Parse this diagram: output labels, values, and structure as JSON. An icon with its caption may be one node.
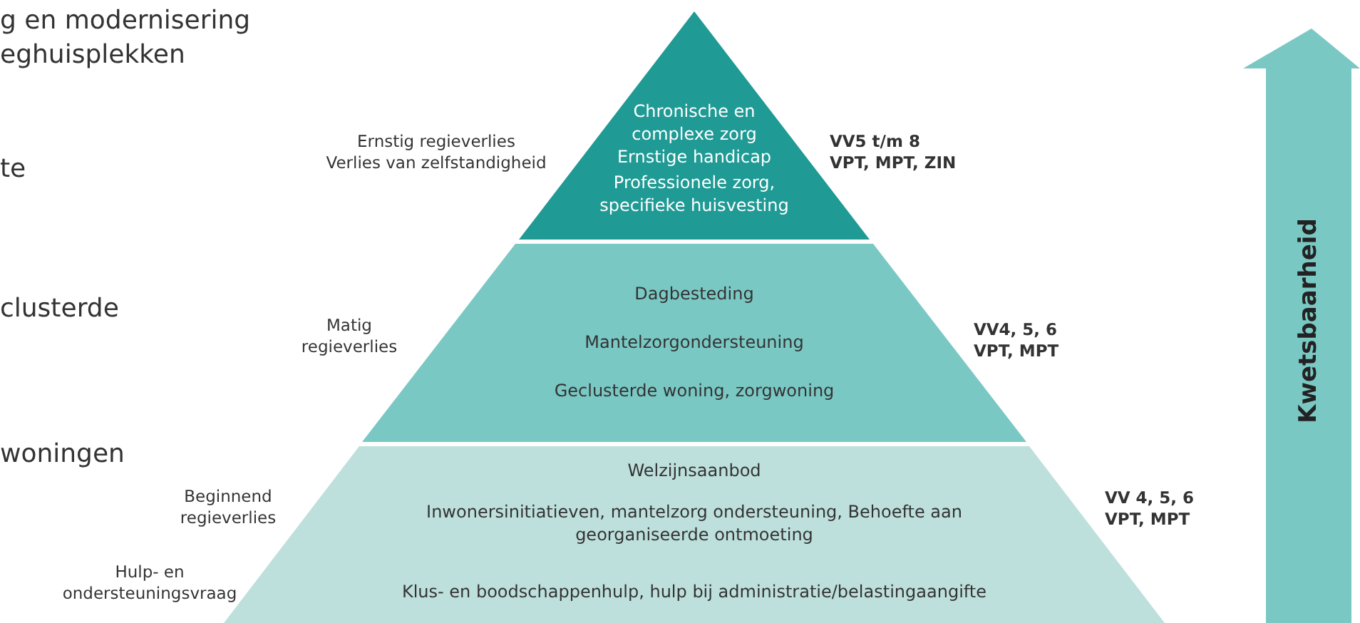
{
  "diagram": {
    "nodes": [
      {
        "text": [
          "Chronische en complexe zorg",
          "Ernstige handicap",
          "Professionele zorg, specifieke huisvesting"
        ],
        "beside": [
          "Ernstig regieverlies",
          "Verlies van zelfstandigheid",
          "VV5 t/m 8",
          "VPT, MPT, ZIN"
        ]
      },
      {
        "text": [
          "Dagbesteding",
          "Mantelzorgondersteuning",
          "Geclusterde woning, zorgwoning"
        ],
        "beside": [
          "Matig regieverlies",
          "VV4, 5, 6",
          "VPT, MPT"
        ]
      },
      {
        "text": [
          "Welzijnsaanbod",
          "Inwonersinitiatieven, mantelzorg ondersteuning, Behoefte aan georganiseerde ontmoeting",
          "Klus- en boodschappenhulp, hulp bij administratie/belastingaangifte"
        ],
        "beside": [
          "Beginnend regieverlies",
          "Hulp- en ondersteuningsvraag",
          "VV 4, 5, 6",
          "VPT, MPT"
        ]
      },
      {
        "text": [
          "Kwetsbaarheid"
        ]
      }
    ],
    "edges": [],
    "labels": [
      "g en modernisering",
      "eghuisplekken",
      "te",
      "clusterde",
      "woningen"
    ]
  }
}
